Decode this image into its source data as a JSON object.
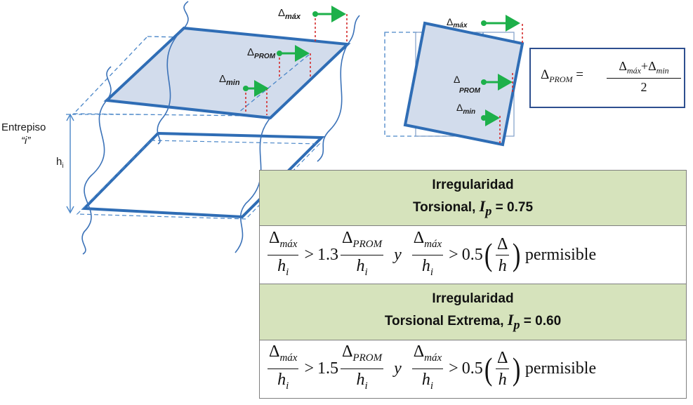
{
  "diagram_labels": {
    "story_label_line1": "Entrepiso",
    "story_label_line2": "“i”",
    "height_label": "h",
    "height_sub": "i",
    "delta": "Δ",
    "max_sub": "máx",
    "prom_sub": "PROM",
    "min_sub": "min"
  },
  "formula": {
    "lhs_sub": "PROM",
    "equals": "=",
    "numerator_a_sub": "máx",
    "plus": "+",
    "numerator_b_sub": "min",
    "denominator": "2"
  },
  "table": {
    "row1_head_line1": "Irregularidad",
    "row1_head_line2": "Torsional,",
    "row1_ip_value": "= 0.75",
    "row1_coef": "1.3",
    "row2_head_line1": "Irregularidad",
    "row2_head_line2": "Torsional Extrema,",
    "row2_ip_value": "= 0.60",
    "row2_coef": "1.5",
    "ip_symbol": "I",
    "ip_sub": "p",
    "delta": "Δ",
    "max_sub": "máx",
    "prom_sub": "PROM",
    "h_sym": "h",
    "i_sub": "i",
    "gt": ">",
    "conj": "y",
    "half": "0.5",
    "permisible": "permisible"
  },
  "colors": {
    "slab_stroke": "#2f6db5",
    "slab_fill": "#d2dcec",
    "arrow": "#1db04a",
    "drift_line": "#d42b2b",
    "header_fill": "#d6e3bc",
    "box_border": "#2e4f8f"
  }
}
